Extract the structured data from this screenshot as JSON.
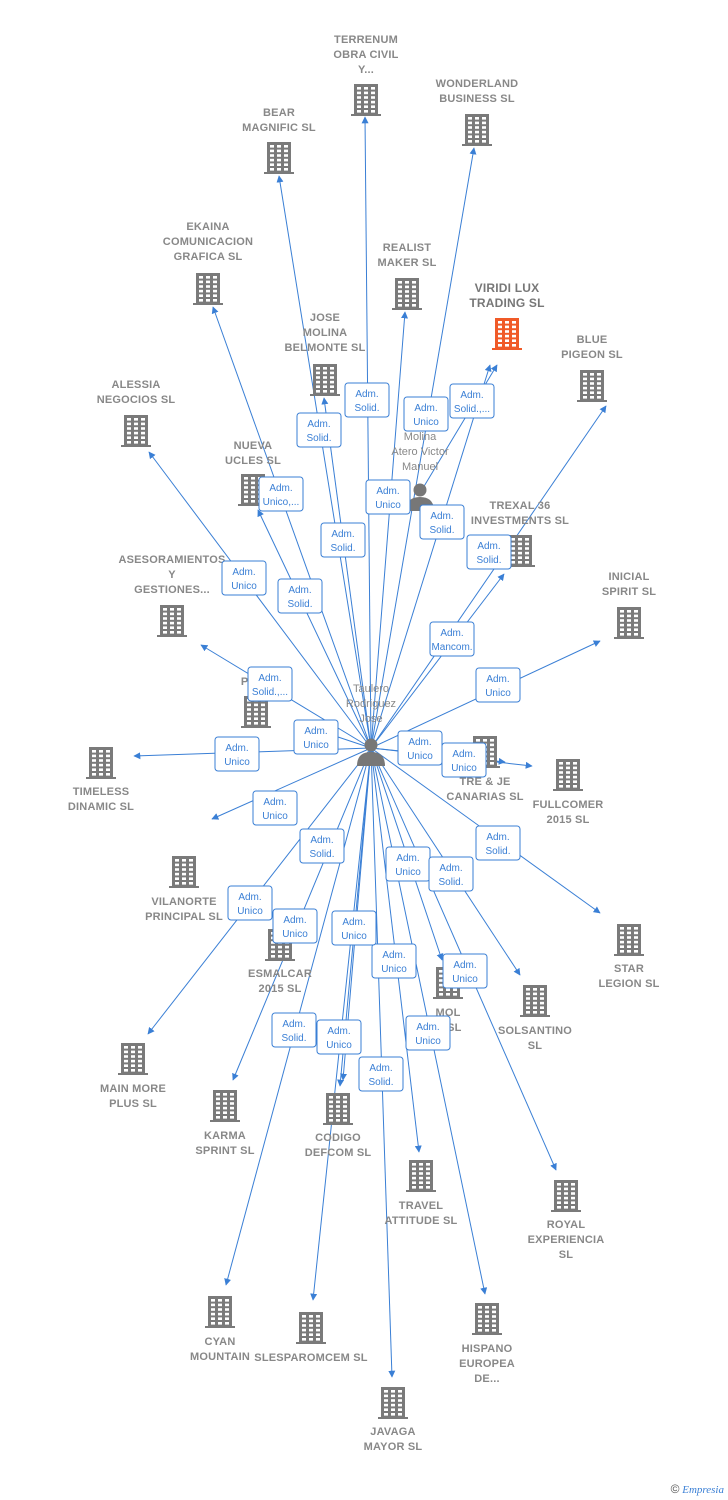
{
  "colors": {
    "edge": "#3a7fd5",
    "building": "#7a7a7a",
    "focus_building": "#f05a28",
    "person": "#777777"
  },
  "hub": {
    "id": "taulero",
    "label": [
      "Taulero",
      "Rodriguez",
      "Jose"
    ],
    "icon": "person-icon"
  },
  "secondary_person": {
    "id": "molina",
    "label": [
      "Molina",
      "Atero Victor",
      "Manuel"
    ],
    "icon": "person-icon"
  },
  "focus_company": {
    "id": "viridi",
    "label": [
      "VIRIDI LUX",
      "TRADING  SL"
    ]
  },
  "companies": [
    {
      "id": "terrenum",
      "label": [
        "TERRENUM",
        "OBRA CIVIL",
        "Y..."
      ]
    },
    {
      "id": "wonderland",
      "label": [
        "WONDERLAND",
        "BUSINESS  SL"
      ]
    },
    {
      "id": "bear",
      "label": [
        "BEAR",
        "MAGNIFIC  SL"
      ]
    },
    {
      "id": "ekaina",
      "label": [
        "EKAINA",
        "COMUNICACION",
        "GRAFICA  SL"
      ]
    },
    {
      "id": "realist",
      "label": [
        "REALIST",
        "MAKER  SL"
      ]
    },
    {
      "id": "jose_molina",
      "label": [
        "JOSE",
        "MOLINA",
        "BELMONTE  SL"
      ]
    },
    {
      "id": "blue",
      "label": [
        "BLUE",
        "PIGEON  SL"
      ]
    },
    {
      "id": "alessia",
      "label": [
        "ALESSIA",
        "NEGOCIOS  SL"
      ]
    },
    {
      "id": "nueva",
      "label": [
        "NUEVA",
        "UCLES  SL"
      ]
    },
    {
      "id": "trexal",
      "label": [
        "TREXAL 36",
        "INVESTMENTS SL"
      ]
    },
    {
      "id": "asesoramientos",
      "label": [
        "ASESORAMIENTOS",
        "Y",
        "GESTIONES..."
      ]
    },
    {
      "id": "inicial",
      "label": [
        "INICIAL",
        "SPIRIT  SL"
      ]
    },
    {
      "id": "plas",
      "label": [
        "PLAS"
      ]
    },
    {
      "id": "timeless",
      "label": [
        "TIMELESS",
        "DINAMIC  SL"
      ]
    },
    {
      "id": "tre_je",
      "label": [
        "TRE & JE",
        "CANARIAS  SL"
      ]
    },
    {
      "id": "fullcomer",
      "label": [
        "FULLCOMER",
        "2015  SL"
      ]
    },
    {
      "id": "vilanorte",
      "label": [
        "VILANORTE",
        "PRINCIPAL  SL"
      ]
    },
    {
      "id": "star",
      "label": [
        "STAR",
        "LEGION  SL"
      ]
    },
    {
      "id": "esmalcar",
      "label": [
        "ESMALCAR",
        "2015  SL"
      ]
    },
    {
      "id": "mol",
      "label": [
        "MOL",
        "M  SL"
      ]
    },
    {
      "id": "solsantino",
      "label": [
        "SOLSANTINO",
        "SL"
      ]
    },
    {
      "id": "main_more",
      "label": [
        "MAIN MORE",
        "PLUS  SL"
      ]
    },
    {
      "id": "karma",
      "label": [
        "KARMA",
        "SPRINT  SL"
      ]
    },
    {
      "id": "codigo",
      "label": [
        "CODIGO",
        "DEFCOM  SL"
      ]
    },
    {
      "id": "travel",
      "label": [
        "TRAVEL",
        "ATTITUDE  SL"
      ]
    },
    {
      "id": "royal",
      "label": [
        "ROYAL",
        "EXPERIENCIA",
        "SL"
      ]
    },
    {
      "id": "cyan",
      "label": [
        "CYAN",
        "MOUNTAIN"
      ]
    },
    {
      "id": "slesparomcem",
      "label": [
        "SLESPAROMCEM SL"
      ]
    },
    {
      "id": "hispano",
      "label": [
        "HISPANO",
        "EUROPEA",
        "DE..."
      ]
    },
    {
      "id": "javaga",
      "label": [
        "JAVAGA",
        "MAYOR  SL"
      ]
    }
  ],
  "relations": [
    {
      "from": "taulero",
      "to": "terrenum",
      "role": [
        "Adm.",
        "Solid."
      ]
    },
    {
      "from": "taulero",
      "to": "wonderland",
      "role": [
        "Adm.",
        "Unico"
      ]
    },
    {
      "from": "taulero",
      "to": "bear",
      "role": [
        "Adm.",
        "Solid."
      ]
    },
    {
      "from": "taulero",
      "to": "ekaina",
      "role": [
        "Adm.",
        "Solid."
      ]
    },
    {
      "from": "taulero",
      "to": "realist",
      "role": [
        "Adm.",
        "Unico"
      ]
    },
    {
      "from": "taulero",
      "to": "jose_molina",
      "role": [
        "Adm.",
        "Solid."
      ]
    },
    {
      "from": "taulero",
      "to": "viridi",
      "role": [
        "Adm.",
        "Solid.,..."
      ]
    },
    {
      "from": "molina",
      "to": "viridi",
      "role": [
        "Adm.",
        "Solid."
      ]
    },
    {
      "from": "taulero",
      "to": "blue",
      "role": [
        "Adm.",
        "Solid."
      ]
    },
    {
      "from": "taulero",
      "to": "alessia",
      "role": [
        "Adm.",
        "Unico"
      ]
    },
    {
      "from": "taulero",
      "to": "nueva",
      "role": [
        "Adm.",
        "Unico,..."
      ]
    },
    {
      "from": "taulero",
      "to": "trexal",
      "role": [
        "Adm.",
        "Mancom."
      ]
    },
    {
      "from": "taulero",
      "to": "asesoramientos",
      "role": [
        "Adm.",
        "Solid.,..."
      ]
    },
    {
      "from": "taulero",
      "to": "inicial",
      "role": [
        "Adm.",
        "Unico"
      ]
    },
    {
      "from": "taulero",
      "to": "plas",
      "role": [
        "Adm.",
        "Unico"
      ]
    },
    {
      "from": "taulero",
      "to": "timeless",
      "role": [
        "Adm.",
        "Unico"
      ]
    },
    {
      "from": "taulero",
      "to": "tre_je",
      "role": [
        "Adm.",
        "Unico"
      ]
    },
    {
      "from": "taulero",
      "to": "fullcomer",
      "role": [
        "Adm.",
        "Unico"
      ]
    },
    {
      "from": "taulero",
      "to": "vilanorte",
      "role": [
        "Adm.",
        "Unico"
      ]
    },
    {
      "from": "taulero",
      "to": "star",
      "role": [
        "Adm.",
        "Solid."
      ]
    },
    {
      "from": "taulero",
      "to": "esmalcar",
      "role": [
        "Adm.",
        "Unico"
      ]
    },
    {
      "from": "taulero",
      "to": "mol",
      "role": [
        "Adm.",
        "Unico"
      ]
    },
    {
      "from": "taulero",
      "to": "solsantino",
      "role": [
        "Adm.",
        "Solid."
      ]
    },
    {
      "from": "taulero",
      "to": "main_more",
      "role": [
        "Adm.",
        "Unico"
      ]
    },
    {
      "from": "taulero",
      "to": "karma",
      "role": [
        "Adm.",
        "Solid."
      ]
    },
    {
      "from": "taulero",
      "to": "codigo",
      "role": [
        "Adm.",
        "Unico"
      ]
    },
    {
      "from": "taulero",
      "to": "travel",
      "role": [
        "Adm.",
        "Unico"
      ]
    },
    {
      "from": "taulero",
      "to": "royal",
      "role": [
        "Adm.",
        "Unico"
      ]
    },
    {
      "from": "taulero",
      "to": "cyan",
      "role": [
        "Adm.",
        "Solid."
      ]
    },
    {
      "from": "taulero",
      "to": "slesparomcem",
      "role": [
        "Adm.",
        "Unico"
      ]
    },
    {
      "from": "taulero",
      "to": "hispano",
      "role": [
        "Adm.",
        "Unico"
      ]
    },
    {
      "from": "taulero",
      "to": "javaga",
      "role": [
        "Adm.",
        "Solid."
      ]
    }
  ],
  "footer": {
    "copyright": "©",
    "brand": "Empresia"
  }
}
